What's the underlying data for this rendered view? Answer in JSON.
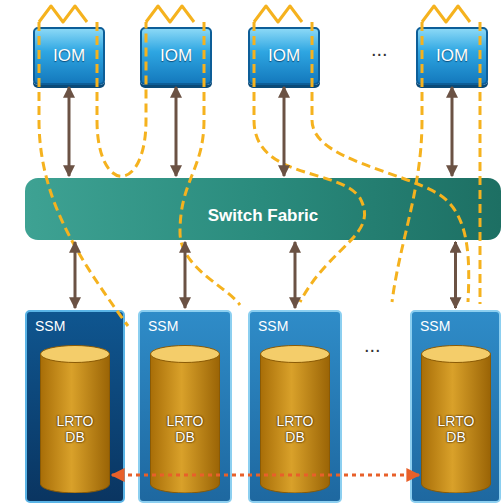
{
  "diagram": {
    "nodes": [
      {
        "text": [
          "IOM"
        ]
      },
      {
        "text": [
          "IOM"
        ]
      },
      {
        "text": [
          "IOM"
        ]
      },
      {
        "text": [
          "IOM"
        ]
      },
      {
        "text": [
          "Switch Fabric"
        ]
      },
      {
        "text": [
          "SSM"
        ]
      },
      {
        "text": [
          "LRTO DB"
        ],
        "in": 5
      },
      {
        "text": [
          "SSM"
        ]
      },
      {
        "text": [
          "LRTO DB"
        ],
        "in": 7
      },
      {
        "text": [
          "SSM"
        ]
      },
      {
        "text": [
          "LRTO DB"
        ],
        "in": 9
      },
      {
        "text": [
          "SSM"
        ]
      },
      {
        "text": [
          "LRTO DB"
        ],
        "in": 11
      }
    ],
    "edges": [
      {
        "from": 0,
        "to": 4,
        "arrow": "both"
      },
      {
        "from": 1,
        "to": 4,
        "arrow": "both"
      },
      {
        "from": 2,
        "to": 4,
        "arrow": "both"
      },
      {
        "from": 3,
        "to": 4,
        "arrow": "both"
      },
      {
        "from": 4,
        "to": 5,
        "arrow": "both"
      },
      {
        "from": 4,
        "to": 7,
        "arrow": "both"
      },
      {
        "from": 4,
        "to": 9,
        "arrow": "both"
      },
      {
        "from": 4,
        "to": 11,
        "arrow": "both"
      },
      {
        "from": 6,
        "to": 12,
        "arrow": "both"
      }
    ],
    "labels": [
      "...",
      "..."
    ]
  }
}
